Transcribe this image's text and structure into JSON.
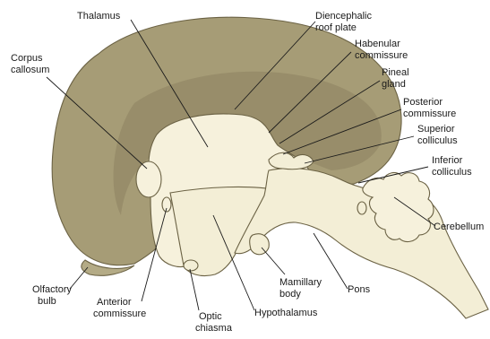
{
  "labels": {
    "thalamus": [
      "Thalamus"
    ],
    "diencephalic_roof_plate": [
      "Diencephalic",
      "roof plate"
    ],
    "corpus_callosum": [
      "Corpus",
      "callosum"
    ],
    "habenular_commissure": [
      "Habenular",
      "commissure"
    ],
    "pineal_gland": [
      "Pineal",
      "gland"
    ],
    "posterior_commissure": [
      "Posterior",
      "commissure"
    ],
    "superior_colliculus": [
      "Superior",
      "colliculus"
    ],
    "inferior_colliculus": [
      "Inferior",
      "colliculus"
    ],
    "cerebellum": [
      "Cerebellum"
    ],
    "pons": [
      "Pons"
    ],
    "mamillary_body": [
      "Mamillary",
      "body"
    ],
    "hypothalamus": [
      "Hypothalamus"
    ],
    "optic_chiasma": [
      "Optic",
      "chiasma"
    ],
    "anterior_commissure": [
      "Anterior",
      "commissure"
    ],
    "olfactory_bulb": [
      "Olfactory",
      "bulb"
    ]
  },
  "colors": {
    "hemisphere": "#a69c76",
    "hemisphere_dark": "#8c8260",
    "diencephalon": "#f6f1dc",
    "brainstem": "#f3eed6",
    "outline": "#6b6244",
    "leader": "#1a1a1a"
  }
}
